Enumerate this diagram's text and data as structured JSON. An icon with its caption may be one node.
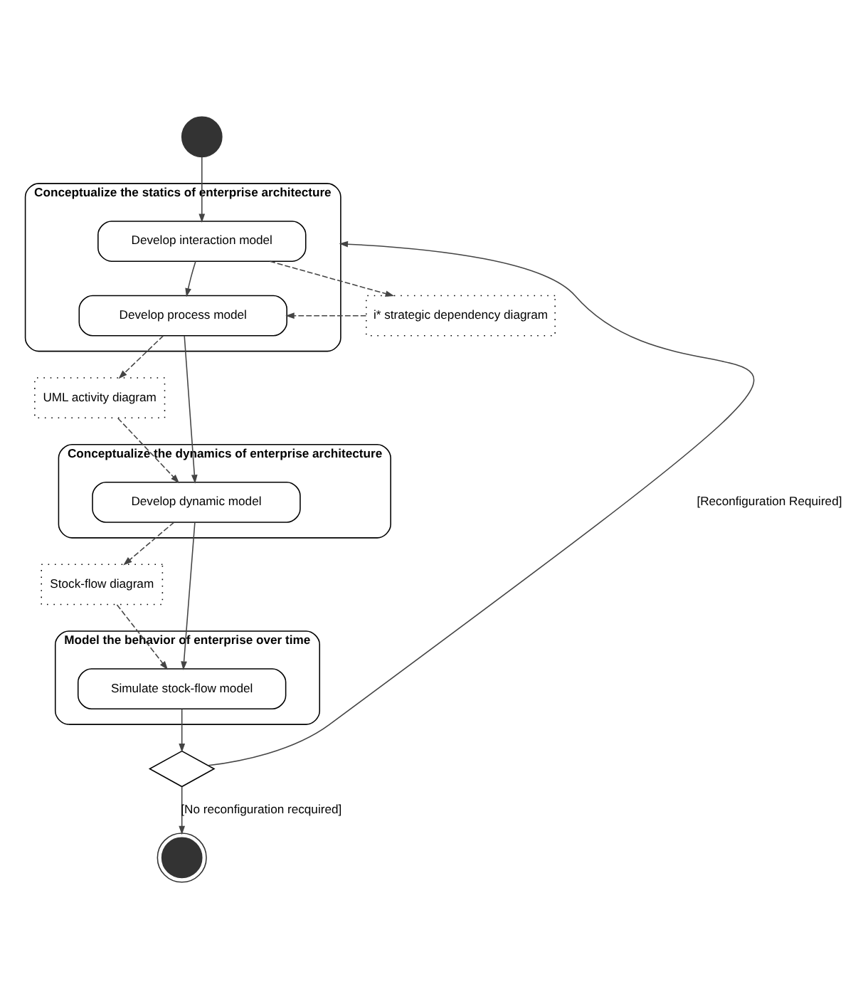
{
  "diagram": {
    "nodes": [
      {
        "text": [],
        "shape": "circle"
      },
      {
        "text": [
          "Conceptualize the statics of enterprise architecture"
        ]
      },
      {
        "text": [
          "Develop interaction model"
        ],
        "in": 1
      },
      {
        "text": [
          "Develop process model"
        ],
        "in": 1
      },
      {
        "text": [
          "i* strategic dependency diagram"
        ]
      },
      {
        "text": [
          "UML activity diagram"
        ]
      },
      {
        "text": [
          "Conceptualize the dynamics of enterprise architecture"
        ]
      },
      {
        "text": [
          "Develop dynamic model"
        ],
        "in": 6
      },
      {
        "text": [
          "Stock-flow diagram"
        ]
      },
      {
        "text": [
          "Model the behavior of enterprise over time"
        ]
      },
      {
        "text": [
          "Simulate stock-flow model"
        ],
        "in": 9
      },
      {
        "text": [],
        "shape": "diamond"
      },
      {
        "text": [],
        "shape": "circle"
      }
    ],
    "edges": [
      {
        "from": 0,
        "to": 2,
        "arrow": "to"
      },
      {
        "from": 2,
        "to": 3,
        "arrow": "to"
      },
      {
        "from": 2,
        "to": 4,
        "arrow": "to",
        "style": "dashed"
      },
      {
        "from": 4,
        "to": 3,
        "arrow": "to",
        "style": "dashed"
      },
      {
        "from": 3,
        "to": 5,
        "arrow": "to",
        "style": "dashed"
      },
      {
        "from": 5,
        "to": 7,
        "arrow": "to",
        "style": "dashed"
      },
      {
        "from": 3,
        "to": 7,
        "arrow": "to"
      },
      {
        "from": 7,
        "to": 8,
        "arrow": "to",
        "style": "dashed"
      },
      {
        "from": 8,
        "to": 10,
        "arrow": "to",
        "style": "dashed"
      },
      {
        "from": 7,
        "to": 10,
        "arrow": "to"
      },
      {
        "from": 10,
        "to": 11,
        "arrow": "to"
      },
      {
        "from": 11,
        "to": 1,
        "label": "[Reconfiguration Required]",
        "arrow": "to"
      },
      {
        "from": 11,
        "to": 12,
        "label": "[No reconfiguration recquired]",
        "arrow": "to"
      }
    ]
  }
}
